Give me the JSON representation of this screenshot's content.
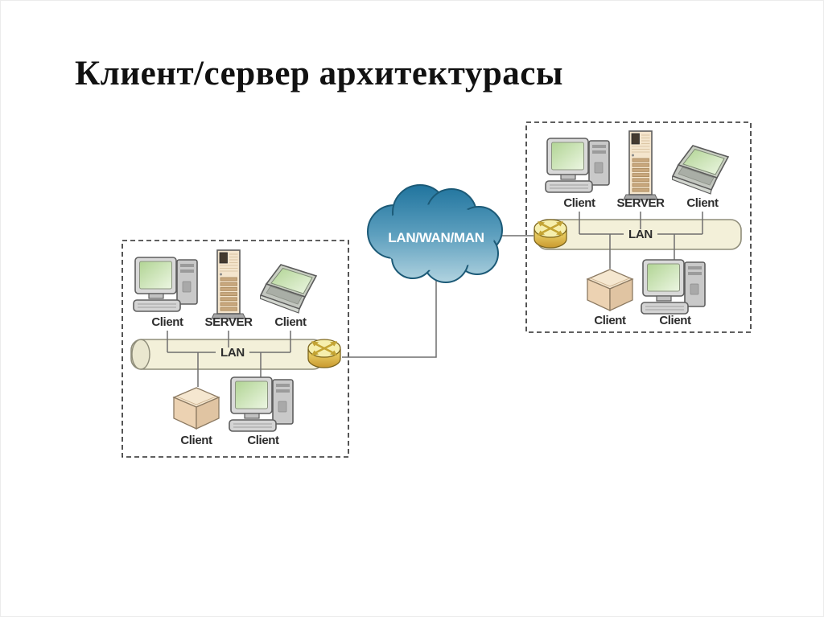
{
  "title": "Клиент/сервер архитектурасы",
  "cloud": {
    "icon": "network-cloud",
    "label": "LAN/WAN/MAN"
  },
  "segments": {
    "left": {
      "bus_label": "LAN",
      "router_icon": "router",
      "top": [
        {
          "icon": "desktop-computer",
          "label": "Client"
        },
        {
          "icon": "server-tower",
          "label": "SERVER"
        },
        {
          "icon": "laptop",
          "label": "Client"
        }
      ],
      "bottom": [
        {
          "icon": "package-box",
          "label": "Client"
        },
        {
          "icon": "desktop-computer",
          "label": "Client"
        }
      ]
    },
    "right": {
      "bus_label": "LAN",
      "router_icon": "router",
      "top": [
        {
          "icon": "desktop-computer",
          "label": "Client"
        },
        {
          "icon": "server-tower",
          "label": "SERVER"
        },
        {
          "icon": "laptop",
          "label": "Client"
        }
      ],
      "bottom": [
        {
          "icon": "package-box",
          "label": "Client"
        },
        {
          "icon": "desktop-computer",
          "label": "Client"
        }
      ]
    }
  },
  "colors": {
    "cloud_top": "#20749e",
    "cloud_bottom": "#b4d5e1",
    "bus_fill": "#f3f0d9",
    "router_gold": "#e8c954",
    "screen_green": "#c4e0a8",
    "label_text": "#2d2d2d",
    "title_text": "#111111"
  }
}
